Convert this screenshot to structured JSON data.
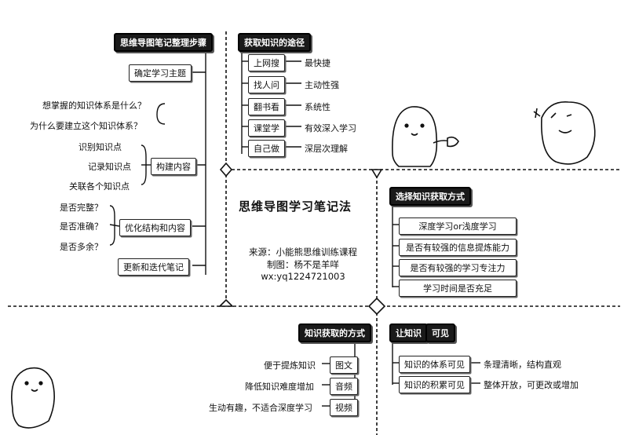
{
  "center": {
    "title": "思维导图学习笔记法",
    "source_line": "来源：小能熊思维训练课程",
    "author_line": "制图：杨不是羊咩",
    "contact_line": "wx:yq1224721003"
  },
  "top_left": {
    "header": "思维导图笔记整理步骤",
    "step1": "确定学习主题",
    "q1": "想掌握的知识体系是什么？",
    "q2": "为什么要建立这个知识体系？",
    "step2": "构建内容",
    "build": [
      "识别知识点",
      "记录知识点",
      "关联各个知识点"
    ],
    "step3": "优化结构和内容",
    "opt": [
      "是否完整？",
      "是否准确？",
      "是否多余？"
    ],
    "step4": "更新和迭代笔记"
  },
  "top_right_a": {
    "header": "获取知识的途径",
    "items": [
      {
        "way": "上网搜",
        "desc": "最快捷"
      },
      {
        "way": "找人问",
        "desc": "主动性强"
      },
      {
        "way": "翻书看",
        "desc": "系统性"
      },
      {
        "way": "课堂学",
        "desc": "有效深入学习"
      },
      {
        "way": "自己做",
        "desc": "深层次理解"
      }
    ]
  },
  "top_right_b": {
    "header": "选择知识获取方式",
    "items": [
      "深度学习or浅度学习",
      "是否有较强的信息提炼能力",
      "是否有较强的学习专注力",
      "学习时间是否充足"
    ]
  },
  "bottom_mid": {
    "header": "知识获取的方式",
    "items": [
      {
        "desc": "便于提炼知识",
        "media": "图文"
      },
      {
        "desc": "降低知识难度增加",
        "media": "音频"
      },
      {
        "desc": "生动有趣，不适合深度学习",
        "media": "视频"
      }
    ]
  },
  "bottom_right": {
    "header_a": "让知识",
    "header_b": "可见",
    "items": [
      {
        "label": "知识的体系可见",
        "desc": "条理清晰，结构直观"
      },
      {
        "label": "知识的积累可见",
        "desc": "整体开放，可更改或增加"
      }
    ]
  }
}
